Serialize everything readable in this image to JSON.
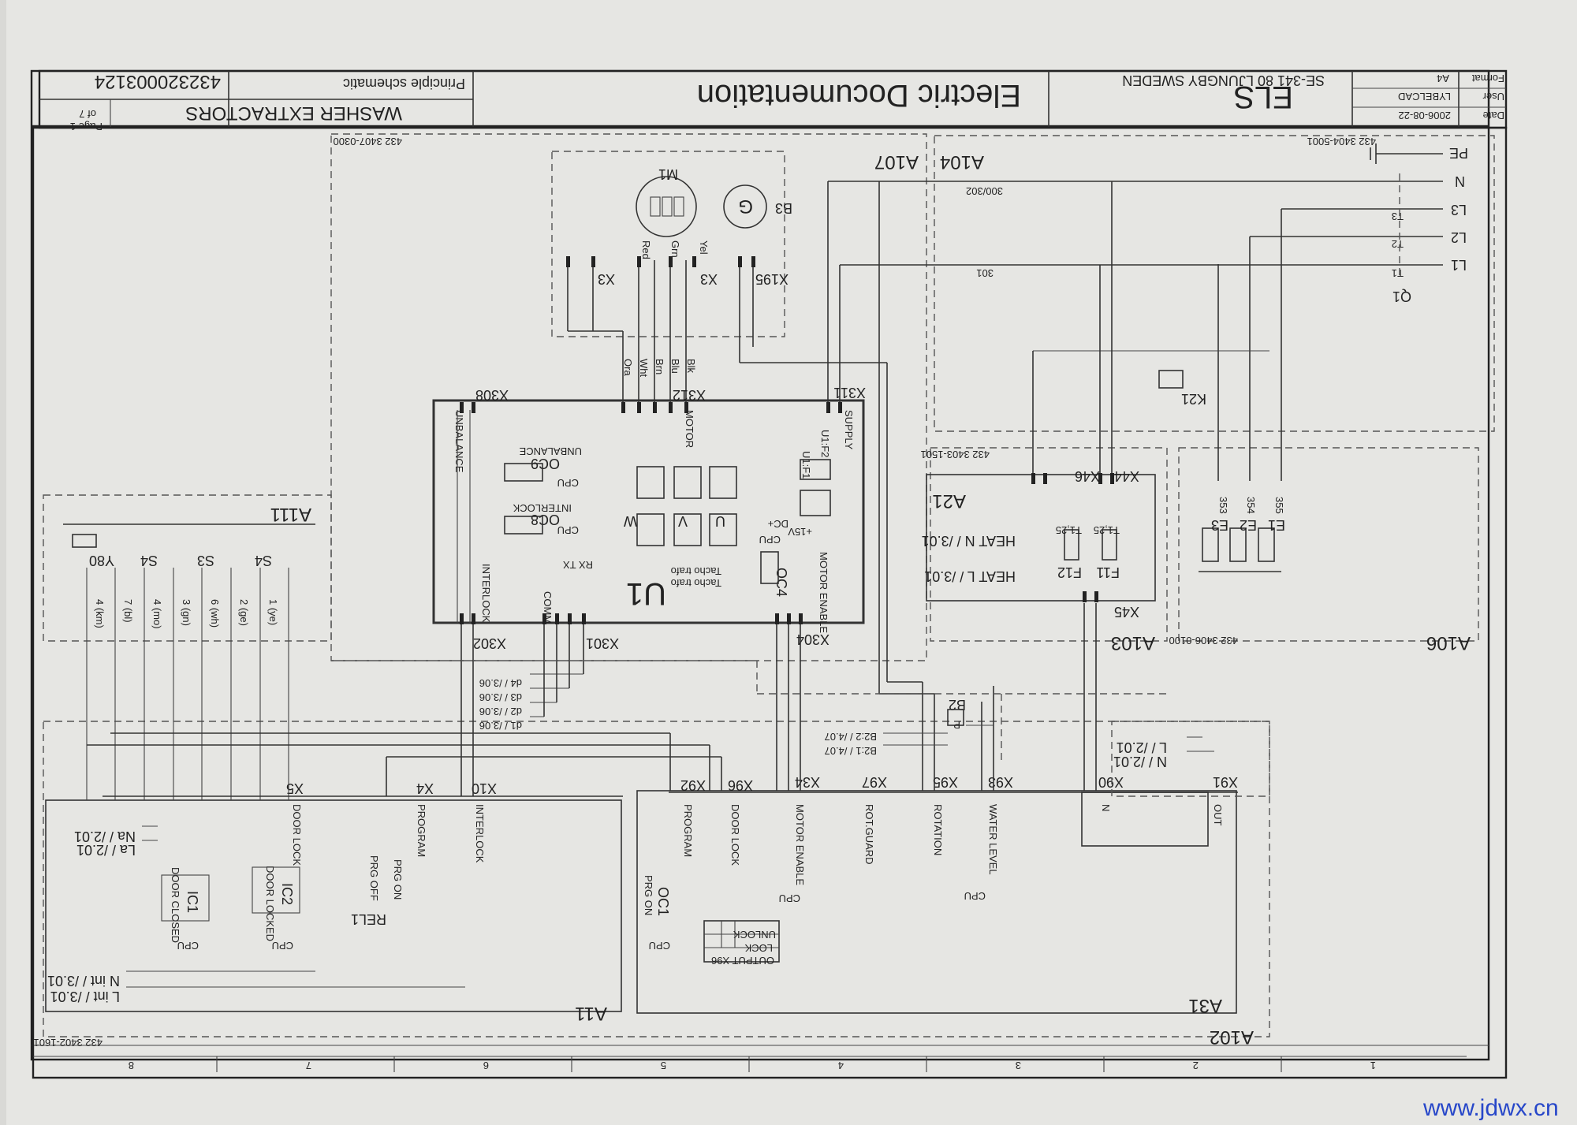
{
  "title_block": {
    "doc_title": "Electric Documentation",
    "company": "ELS",
    "address": "SE-341 80 LJUNGBY SWEDEN",
    "product": "WASHER EXTRACTORS",
    "drawing_type": "Principle schematic",
    "doc_number": "432320003124",
    "page_label": "Page 1",
    "page_of": "of 7",
    "format_label": "Format",
    "format_value": "A4",
    "user_label": "User",
    "user_value": "LYBELCAD",
    "date_label": "Date",
    "date_value": "2006-08-22"
  },
  "modules": {
    "a104": "A104",
    "a107": "A107",
    "a111": "A111",
    "a103": "A103",
    "a106": "A106",
    "a102": "A102",
    "a11": "A11",
    "a31": "A31",
    "a21": "A21",
    "u1": "U1"
  },
  "part_numbers": {
    "p1": "432 3404-5001",
    "p2": "432 3407-0300",
    "p3": "432 3403-1501",
    "p4": "432 3406-0100",
    "p5": "432 3402-1601"
  },
  "mains": {
    "pe": "PE",
    "n": "N",
    "l3": "L3",
    "l2": "L2",
    "l1": "L1",
    "q1": "Q1",
    "t3": "T3",
    "t2": "T2",
    "t1": "T1",
    "k21": "K21",
    "wire_300": "300/302",
    "wire_301": "301"
  },
  "heaters": {
    "e1": "E1",
    "e2": "E2",
    "e3": "E3",
    "w353": "353",
    "w354": "354",
    "w355": "355",
    "f11": "F11",
    "f12": "F12",
    "t125": "T1,25",
    "heat_n": "HEAT N / /3.01",
    "heat_l": "HEAT L / /3.01"
  },
  "motor": {
    "m1": "M1",
    "b3": "B3",
    "g": "G",
    "red": "Red",
    "grn": "Grn",
    "yel": "Yel",
    "ora": "Ora",
    "wht": "Wht",
    "brn": "Brn",
    "blu": "Blu",
    "blk": "Blk"
  },
  "u1_block": {
    "supply": "SUPPLY",
    "motor": "MOTOR",
    "unbalance": "UNBALANCE",
    "interlock": "INTERLOCK",
    "comm": "COMM",
    "motor_enable": "MOTOR ENABLE",
    "oc9": "OC9",
    "oc8": "OC8",
    "oc4": "OC4",
    "cpu": "CPU",
    "tacho1": "Tacho trafo",
    "tacho2": "Tacho trafo",
    "rxtx": "RX TX",
    "p15v": "+15V",
    "dcp": "DC+",
    "u": "U",
    "v": "V",
    "w": "W",
    "utf1": "U1:F1",
    "utf2": "U1:F2"
  },
  "connectors": {
    "x308": "X308",
    "x312": "X312",
    "x311": "X311",
    "x3": "X3",
    "x195": "X195",
    "x302": "X302",
    "x301": "X301",
    "x304": "X304",
    "x46": "X46",
    "x44": "X44",
    "x45": "X45",
    "x5": "X5",
    "x4": "X4",
    "x10": "X10",
    "x92": "X92",
    "x96": "X96",
    "x34": "X34",
    "x97": "X97",
    "x95": "X95",
    "x93": "X93",
    "x90": "X90",
    "x91": "X91"
  },
  "a111_items": {
    "y80": "Y80",
    "s4a": "S4",
    "s3": "S3",
    "s4b": "S4",
    "r4": "4 (km)",
    "r7": "7 (bl)",
    "r4b": "4 (mo)",
    "r3": "3 (gn)",
    "r6": "6 (wh)",
    "r2": "2 (ge)",
    "r1": "1 (ye)"
  },
  "signals": {
    "d4": "d4 / /3.06",
    "d3": "d3 / /3.06",
    "d2": "d2 / /3.06",
    "d1": "d1 / /3.06",
    "b22": "B2:2 / /4.07",
    "b21": "B2:1 / /4.07",
    "b2": "B2",
    "p": "P",
    "l201": "L / /2.01",
    "n201": "N / /2.01",
    "na": "Na / /2.01",
    "la": "La / /2.01",
    "nint": "N int / /3.01",
    "lint": "L int / /3.01"
  },
  "a11_labels": {
    "program": "PROGRAM",
    "door_lock": "DOOR LOCK",
    "interlock": "INTERLOCK",
    "prg_off": "PRG OFF",
    "prg_on": "PRG ON",
    "rel1": "REL1",
    "door_closed": "DOOR CLOSED",
    "door_locked": "DOOR LOCKED",
    "ic1": "IC1",
    "ic2": "IC2",
    "cpu": "CPU"
  },
  "a31_labels": {
    "program": "PROGRAM",
    "door_lock": "DOOR LOCK",
    "motor_enable": "MOTOR ENABLE",
    "rot_guard": "ROT.GUARD",
    "rotation": "ROTATION",
    "water_level": "WATER LEVEL",
    "n": "N",
    "out": "OUT",
    "prg_on": "PRG ON",
    "oc1": "OC1",
    "cpu": "CPU",
    "output_x96": "OUTPUT X96",
    "lock": "LOCK",
    "unlock": "UNLOCK"
  },
  "grid_numbers": [
    "1",
    "2",
    "3",
    "4",
    "5",
    "6",
    "7",
    "8"
  ],
  "watermark": "www.jdwx.cn"
}
